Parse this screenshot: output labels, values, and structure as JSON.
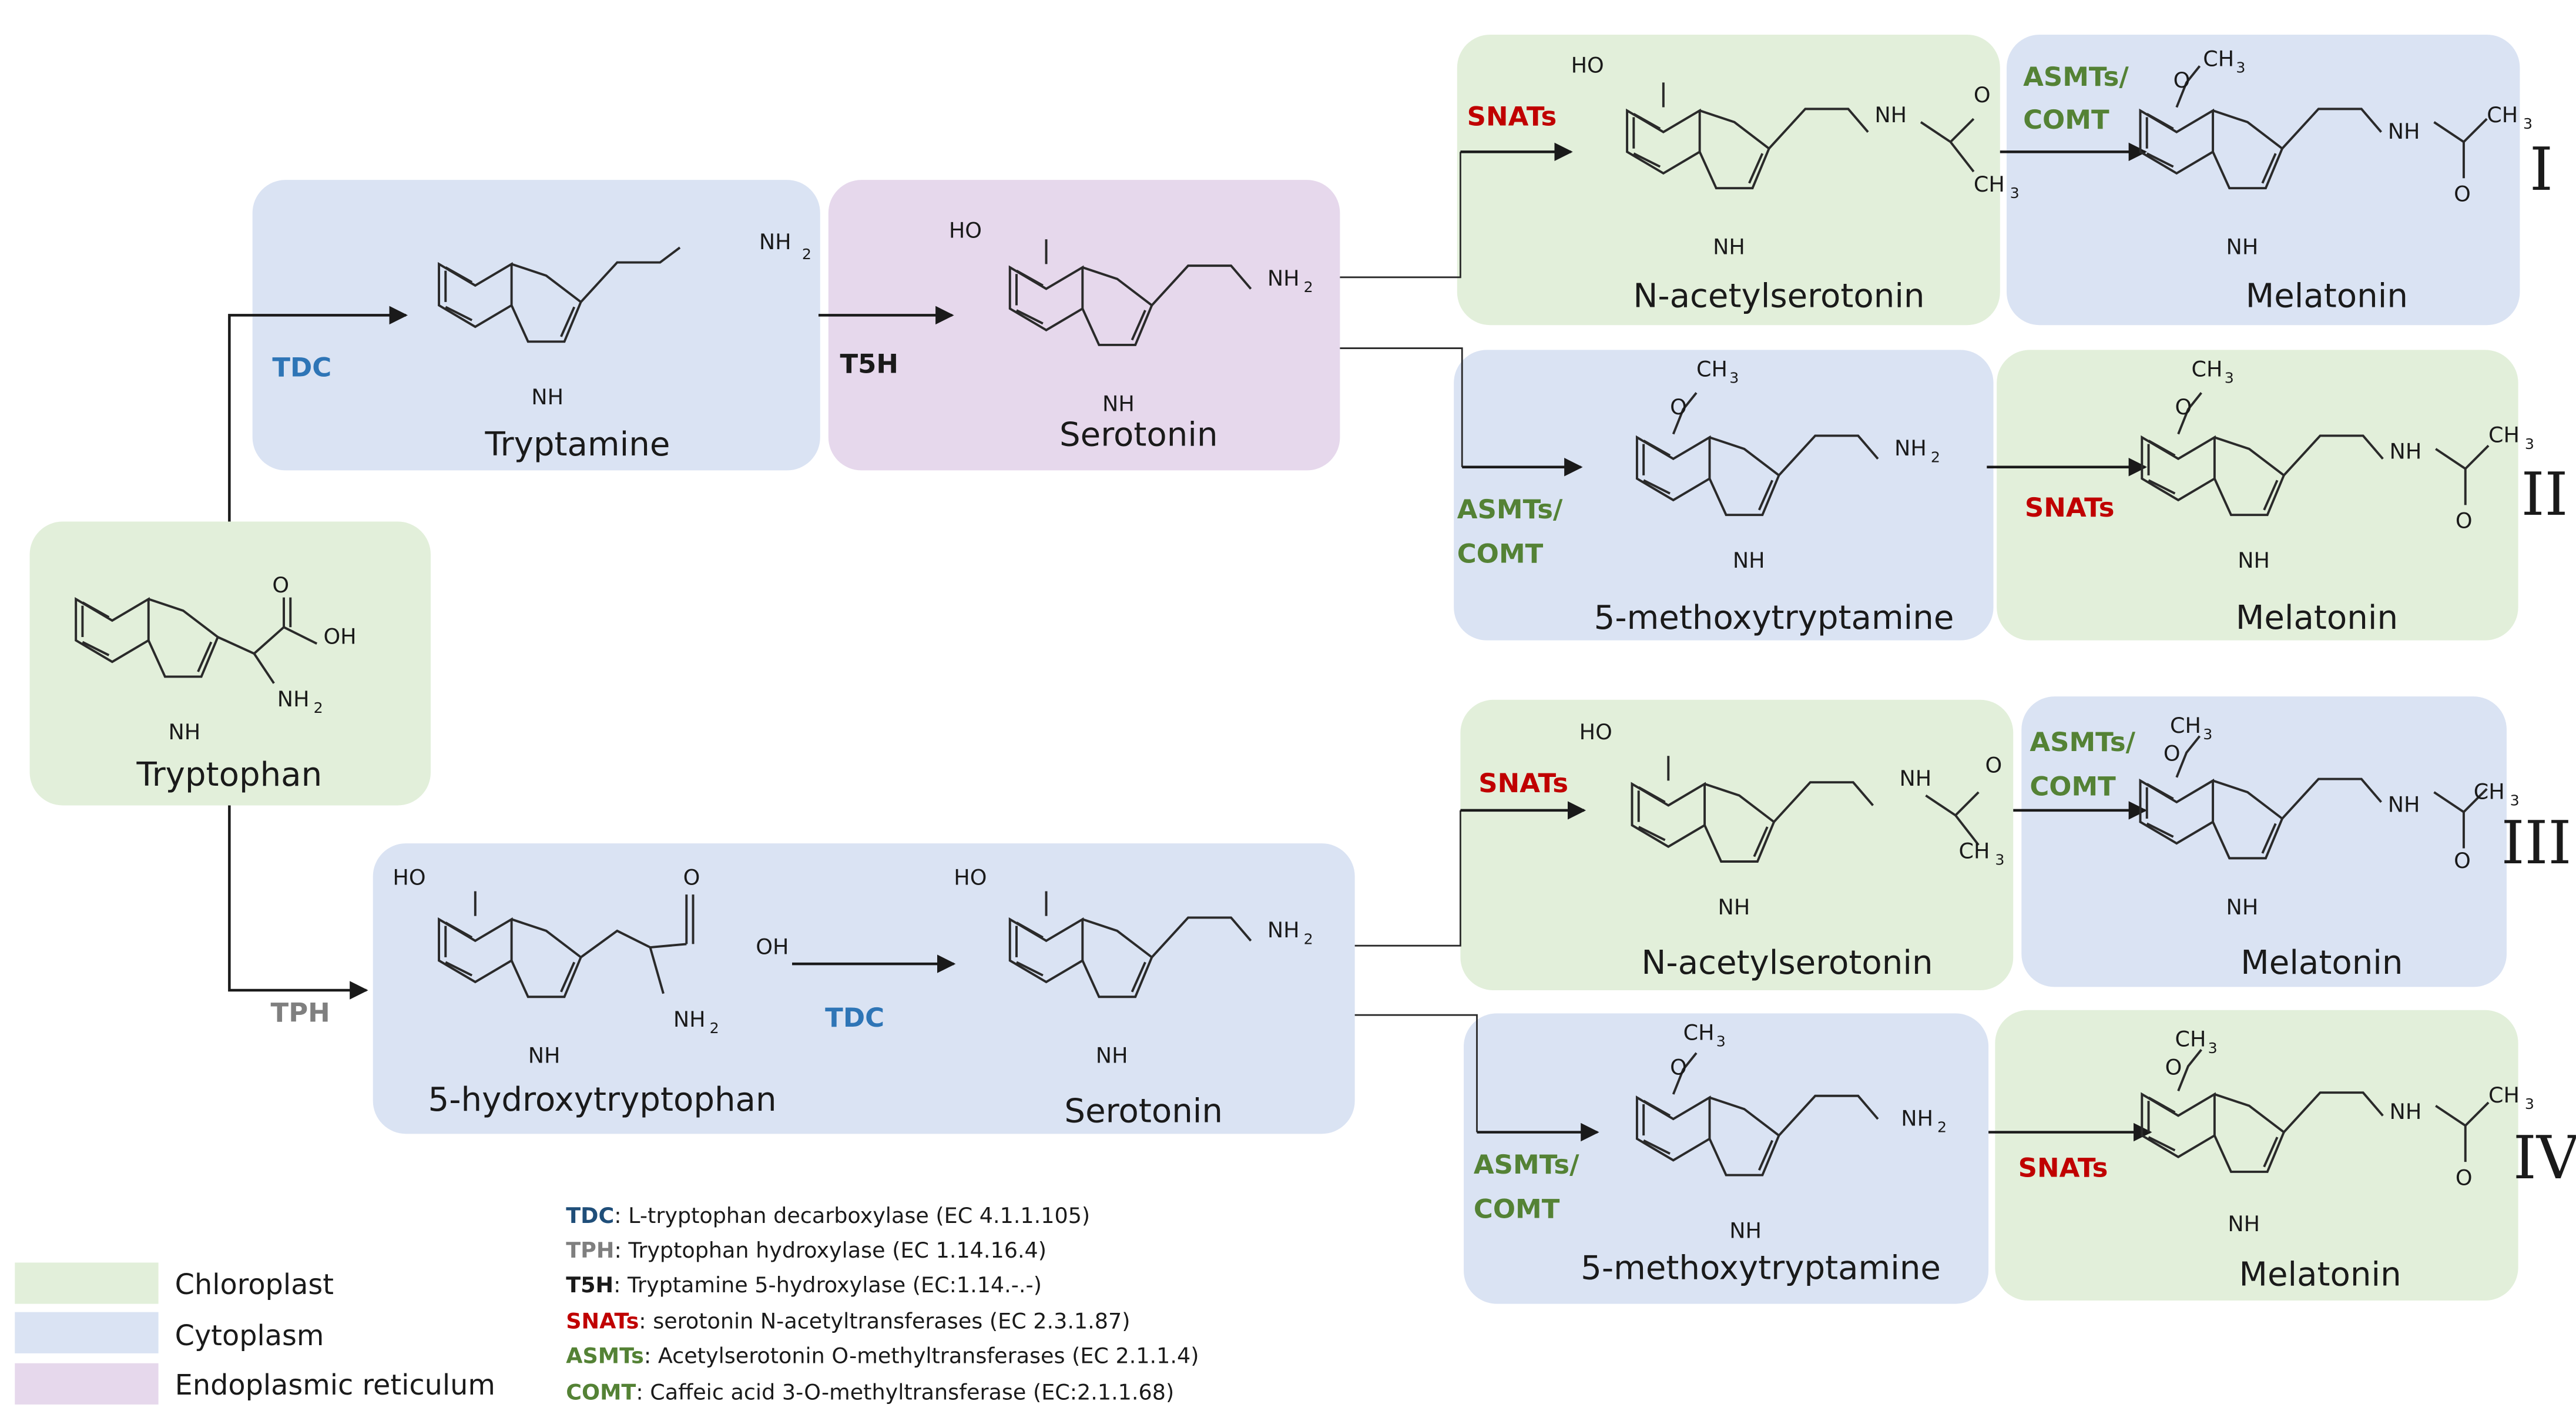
{
  "colors": {
    "chloroplast": "#e2efda",
    "cytoplasm": "#dae3f3",
    "endoplasmic_reticulum": "#e6d8ec",
    "tdc": "#2e75b6",
    "tph": "#7f7f7f",
    "t5h": "#1a1a1a",
    "snats": "#c00000",
    "asmts": "#548235",
    "comt": "#548235"
  },
  "molecules": {
    "tryptophan": "Tryptophan",
    "tryptamine": "Tryptamine",
    "serotonin_er": "Serotonin",
    "hydroxytryptophan": "5-hydroxytryptophan",
    "serotonin_cyto": "Serotonin",
    "nas_1": "N-acetylserotonin",
    "mel_1": "Melatonin",
    "mt_2": "5-methoxytryptamine",
    "mel_2": "Melatonin",
    "nas_3": "N-acetylserotonin",
    "mel_3": "Melatonin",
    "mt_4": "5-methoxytryptamine",
    "mel_4": "Melatonin"
  },
  "enzymes": {
    "tdc_upper": "TDC",
    "t5h": "T5H",
    "tph": "TPH",
    "tdc_lower": "TDC",
    "snats_1": "SNATs",
    "asmts_1_a": "ASMTs/",
    "asmts_1_b": "COMT",
    "asmts_2_a": "ASMTs/",
    "asmts_2_b": "COMT",
    "snats_2": "SNATs",
    "snats_3": "SNATs",
    "asmts_3_a": "ASMTs/",
    "asmts_3_b": "COMT",
    "asmts_4_a": "ASMTs/",
    "asmts_4_b": "COMT",
    "snats_4": "SNATs"
  },
  "pathways": [
    "I",
    "II",
    "III",
    "IV"
  ],
  "atoms": {
    "NH": "NH",
    "NH2": "NH",
    "sub2": "2",
    "sub3": "3",
    "HO": "HO",
    "O": "O",
    "OH": "OH",
    "CH": "CH"
  },
  "legend": [
    {
      "label": "Chloroplast",
      "color": "#e2efda"
    },
    {
      "label": "Cytoplasm",
      "color": "#dae3f3"
    },
    {
      "label": "Endoplasmic reticulum",
      "color": "#e6d8ec"
    }
  ],
  "abbreviations": [
    {
      "abbr": "TDC",
      "text": ": L-tryptophan decarboxylase (EC 4.1.1.105)",
      "color": "#1f4e79"
    },
    {
      "abbr": "TPH",
      "text": ": Tryptophan hydroxylase (EC 1.14.16.4)",
      "color": "#7f7f7f"
    },
    {
      "abbr": "T5H",
      "text": ": Tryptamine 5-hydroxylase (EC:1.14.-.-)",
      "color": "#1a1a1a"
    },
    {
      "abbr": "SNATs",
      "text": ": serotonin N-acetyltransferases (EC 2.3.1.87)",
      "color": "#c00000"
    },
    {
      "abbr": "ASMTs",
      "text": ": Acetylserotonin O-methyltransferases (EC 2.1.1.4)",
      "color": "#548235"
    },
    {
      "abbr": "COMT",
      "text": ": Caffeic acid 3-O-methyltransferase (EC:2.1.1.68)",
      "color": "#548235"
    }
  ]
}
